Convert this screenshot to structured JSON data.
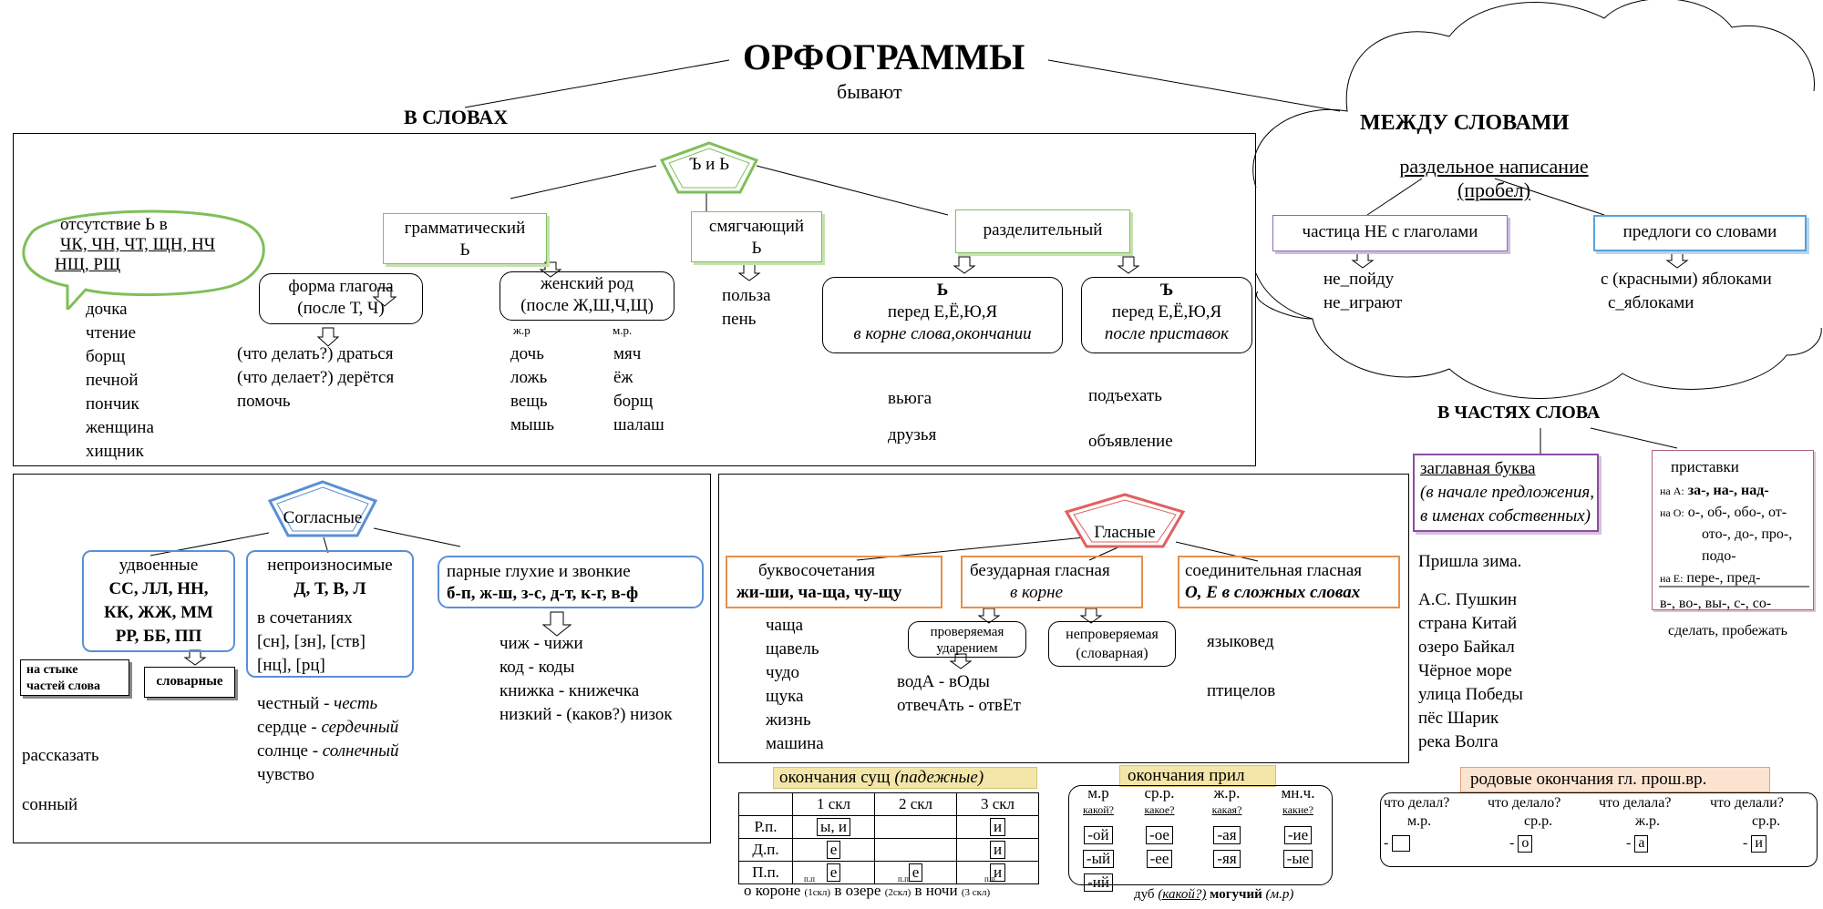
{
  "title": "ОРФОГРАММЫ",
  "subtitle": "бывают",
  "sections": {
    "in_words": "В СЛОВАХ",
    "between_words": "МЕЖДУ СЛОВАМИ",
    "in_parts": "В ЧАСТЯХ СЛОВА"
  },
  "soft_hard": {
    "node": "Ъ и Ь",
    "absence": [
      "отсутствие Ь в",
      "ЧК, ЧН, ЧТ, ЩН, НЧ",
      "НЩ, РЩ"
    ],
    "absence_examples": [
      "дочка",
      "чтение",
      "борщ",
      "печной",
      "пончик",
      "женщина",
      "хищник"
    ],
    "grammatical": [
      "грамматический",
      "Ь"
    ],
    "verb_form": [
      "форма глагола",
      "(после Т, Ч)"
    ],
    "verb_examples": [
      "(что делать?) драться",
      "(что делает?) дерётся",
      "помочь"
    ],
    "feminine": [
      "женский род",
      "(после Ж,Ш,Ч,Щ)"
    ],
    "fem_head": "ж.р",
    "masc_head": "м.р.",
    "fem_examples": [
      "дочь",
      "ложь",
      "вещь",
      "мышь"
    ],
    "masc_examples": [
      "мяч",
      "ёж",
      "борщ",
      "шалаш"
    ],
    "softening": [
      "смягчающий",
      "Ь"
    ],
    "soft_examples": [
      "польза",
      "пень"
    ],
    "separating": "разделительный",
    "soft_sep": [
      "Ь",
      "перед  Е,Ё,Ю,Я",
      "в корне слова,окончании"
    ],
    "hard_sep": [
      "Ъ",
      "перед  Е,Ё,Ю,Я",
      "после приставок"
    ],
    "soft_sep_examples": [
      "вьюга",
      "друзья"
    ],
    "hard_sep_examples": [
      "подъехать",
      "объявление"
    ]
  },
  "consonants": {
    "node": "Согласные",
    "double": [
      "удвоенные",
      "СС, ЛЛ, НН,",
      "КК, ЖЖ, ММ",
      "РР, ББ, ПП"
    ],
    "junction": [
      "на стыке",
      "частей слова"
    ],
    "vocabulary": "словарные",
    "double_examples": [
      "рассказать",
      "сонный"
    ],
    "unpronounced": [
      "непроизносимые",
      "Д, Т, В, Л",
      "в сочетаниях",
      "[сн], [зн], [ств]",
      "[нц], [рц]"
    ],
    "unpronounced_examples": [
      [
        "честный",
        "честь"
      ],
      [
        "сердце",
        "сердечный"
      ],
      [
        "солнце",
        "солнечный"
      ],
      [
        "чувство",
        ""
      ]
    ],
    "paired": [
      "парные глухие и звонкие",
      "б-п, ж-ш, з-с, д-т, к-г, в-ф"
    ],
    "paired_examples": [
      "чиж - чижи",
      "код - коды",
      "книжка - книжечка",
      "низкий - (каков?) низок"
    ]
  },
  "vowels": {
    "node": "Гласные",
    "letter_combos": [
      "буквосочетания",
      "жи-ши, ча-ща, чу-щу"
    ],
    "combo_examples": [
      "чаща",
      "щавель",
      "чудо",
      "щука",
      "жизнь",
      "машина"
    ],
    "unstressed": [
      "безударная гласная",
      "в корне"
    ],
    "checked": [
      "проверяемая",
      "ударением"
    ],
    "unchecked": [
      "непроверяемая",
      "(словарная)"
    ],
    "unstressed_examples": [
      "водА - вОды",
      "отвечАть - отвЕт"
    ],
    "connecting": [
      "соединительная гласная",
      "О, Е в сложных словах"
    ],
    "connecting_examples": [
      "языковед",
      "птицелов"
    ]
  },
  "between": {
    "separate": [
      "раздельное написание",
      "(пробел)"
    ],
    "ne_verbs": "частица НЕ с глаголами",
    "ne_examples": [
      "не_пойду",
      "не_играют"
    ],
    "prepositions": "предлоги со словами",
    "prep_examples": [
      "с (красными) яблоками",
      "с_яблоками"
    ]
  },
  "parts": {
    "capital": [
      "заглавная буква",
      "(в начале предложения,",
      "в именах собственных)"
    ],
    "capital_examples": [
      "Пришла зима.",
      "А.С. Пушкин",
      "страна Китай",
      "озеро Байкал",
      "Чёрное море",
      "улица Победы",
      "пёс Шарик",
      "река Волга"
    ],
    "prefixes": {
      "title": "приставки",
      "lines": [
        [
          "на А:",
          "за-, на-, над-"
        ],
        [
          "на О:",
          "о-, об-, обо-, от-"
        ],
        [
          "",
          "ото-, до-, про-,"
        ],
        [
          "",
          "подо-"
        ],
        [
          "на Е:",
          "пере-, пред-"
        ],
        [
          "",
          "в-, во-, вы-, с-, со-"
        ]
      ],
      "example": "сделать, пробежать"
    }
  },
  "noun_endings": {
    "title": "окончания сущ",
    "title_note": "(падежные)",
    "columns": [
      "",
      "1 скл",
      "2 скл",
      "3 скл"
    ],
    "rows": [
      [
        "Р.п.",
        "ы, и",
        "",
        "и"
      ],
      [
        "Д.п.",
        "е",
        "",
        "и"
      ],
      [
        "П.п.",
        "е",
        "е",
        "и"
      ]
    ],
    "pp_marks": [
      "п.п",
      "п.п",
      "п.п"
    ],
    "example": [
      [
        "о короне",
        "(1скл)"
      ],
      [
        "в озере",
        "(2скл)"
      ],
      [
        "в ночи",
        "(3 скл)"
      ]
    ]
  },
  "adj_endings": {
    "title": "окончания прил",
    "genders": [
      "м.р",
      "ср.р.",
      "ж.р.",
      "мн.ч."
    ],
    "questions": [
      "какой?",
      "какое?",
      "какая?",
      "какие?"
    ],
    "rows": [
      [
        "-ой",
        "-ое",
        "-ая",
        "-ие"
      ],
      [
        "-ый",
        "-ее",
        "-яя",
        "-ые"
      ],
      [
        "-ий",
        "",
        "",
        ""
      ]
    ],
    "example": [
      "дуб",
      "(какой?)",
      "могучий",
      "(м.р)"
    ]
  },
  "verb_endings": {
    "title": "родовые окончания гл. прош.вр.",
    "questions": [
      "что делал?",
      "что делало?",
      "что делала?",
      "что делали?"
    ],
    "genders": [
      "м.р.",
      "ср.р.",
      "ж.р.",
      "ср.р."
    ],
    "endings": [
      "",
      "о",
      "а",
      "и"
    ]
  },
  "colors": {
    "green": "#7fbf5a",
    "blue": "#5a8fd6",
    "red": "#e06060",
    "orange": "#e8904a",
    "purple": "#8e4ca0",
    "yellow": "#f0e3a0"
  }
}
